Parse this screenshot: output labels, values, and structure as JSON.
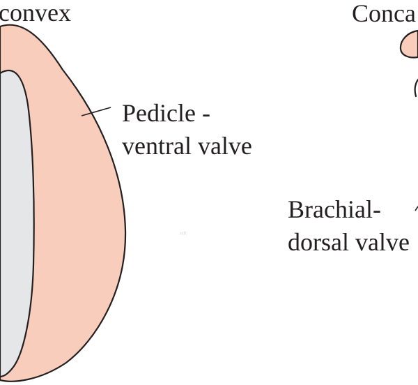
{
  "labels": {
    "convex": "convex",
    "concave": "Conca",
    "pedicle_line1": "Pedicle -",
    "pedicle_line2": "ventral valve",
    "brachial_line1": "Brachial-",
    "brachial_line2": "dorsal valve"
  },
  "watermark": "HR",
  "colors": {
    "shell_pink": "#f9cdbb",
    "inner_grey": "#e4e6e8",
    "outline": "#231f20",
    "text": "#231f20",
    "background": "#ffffff"
  }
}
